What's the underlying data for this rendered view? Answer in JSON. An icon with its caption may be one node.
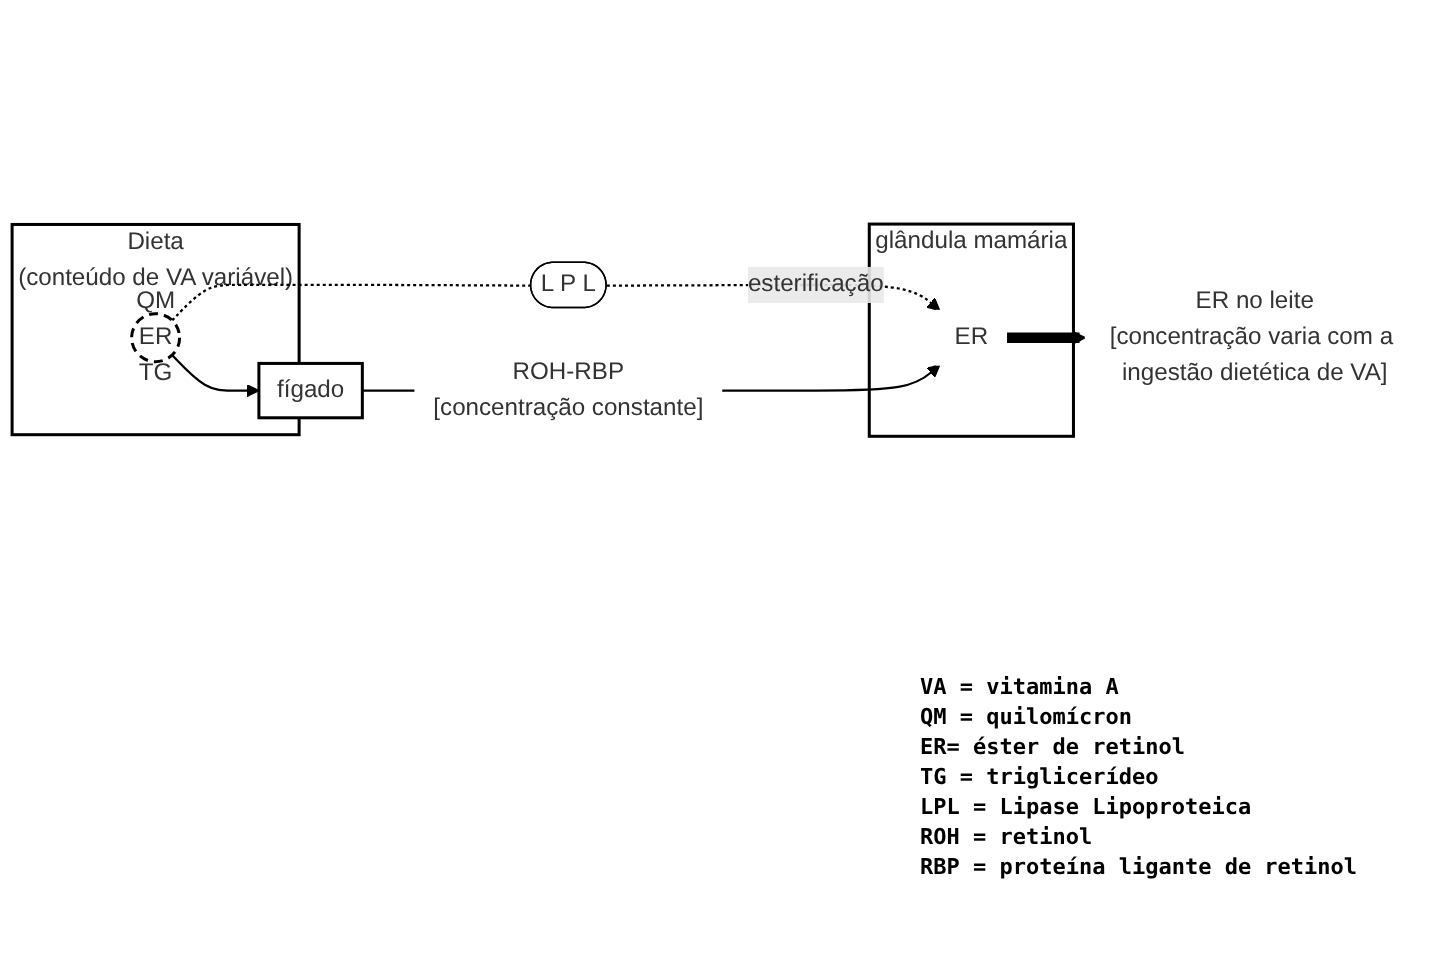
{
  "diagram": {
    "nodes": [
      {
        "text": [
          "Dieta",
          "(conteúdo de VA variável)"
        ]
      },
      {
        "text": [
          "QM",
          "ER",
          "TG"
        ],
        "in": 0
      },
      {
        "text": [
          "L P L"
        ]
      },
      {
        "text": [
          "glândula mamária"
        ]
      },
      {
        "text": [
          "ER"
        ],
        "in": 3
      },
      {
        "text": [
          "ER no leite",
          "[concentração varia com a ingestão dietética de VA]"
        ]
      },
      {
        "text": [
          "ROH-RBP",
          "[concentração constante]"
        ]
      },
      {
        "text": [
          "fígado"
        ]
      }
    ],
    "edges": [
      {
        "from": 1,
        "to": 2,
        "arrow": "none",
        "style": "dashed"
      },
      {
        "from": 2,
        "to": 4,
        "arrow": "to",
        "style": "dashed",
        "label": "esterificação"
      },
      {
        "from": 4,
        "to": 5,
        "arrow": "to",
        "style": "thick"
      },
      {
        "from": 6,
        "to": 4,
        "arrow": "to"
      },
      {
        "from": 1,
        "to": 7,
        "arrow": "to"
      },
      {
        "from": 7,
        "to": 6,
        "arrow": "none"
      }
    ],
    "labels": [
      "VA = vitamina A",
      "QM = quilomícron",
      "ER= éster de retinol",
      "TG = triglicerídeo",
      "LPL = Lipase Lipoproteica",
      "ROH = retinol",
      "RBP = proteína ligante de retinol"
    ]
  }
}
